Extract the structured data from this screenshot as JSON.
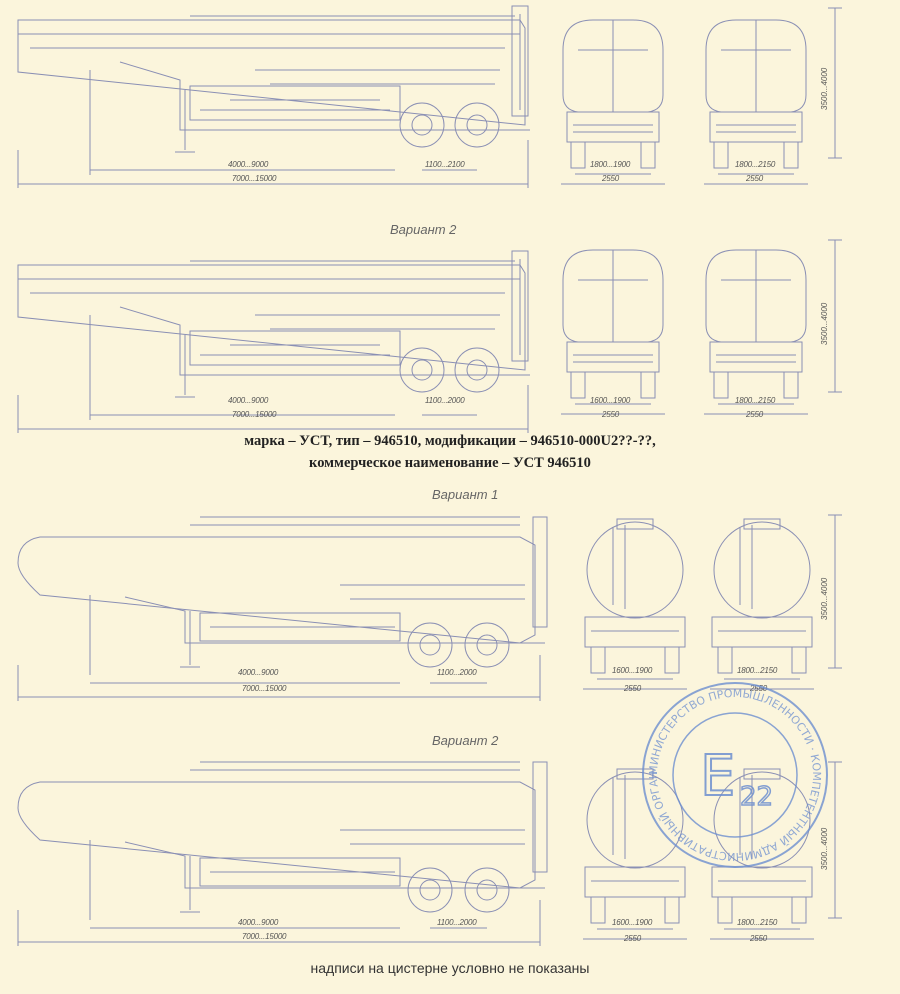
{
  "captions": {
    "line1": "марка – УСТ, тип – 946510, модификации – 946510-000U2??-??,",
    "line2": "коммерческое наименование – УСТ 946510",
    "footer": "надписи на цистерне условно не показаны"
  },
  "variants": {
    "v2_top": "Вариант 2",
    "v1_bottom": "Вариант 1",
    "v2_bottom": "Вариант 2"
  },
  "dimensions": {
    "d1": {
      "mid": "4000...9000",
      "total": "7000...15000",
      "axle": "1100...2100",
      "front_track": "1800...1900",
      "front_width": "2550",
      "rear_track": "1800...2150",
      "rear_width": "2550",
      "height": "3500...4000"
    },
    "d2": {
      "mid": "4000...9000",
      "total": "7000...15000",
      "axle": "1100...2000",
      "front_track": "1600...1900",
      "front_width": "2550",
      "rear_track": "1800...2150",
      "rear_width": "2550",
      "height": "3500...4000"
    },
    "d3": {
      "mid": "4000...9000",
      "total": "7000...15000",
      "axle": "1100...2000",
      "front_track": "1600...1900",
      "front_width": "2550",
      "rear_track": "1800...2150",
      "rear_width": "2550",
      "height": "3500...4000"
    },
    "d4": {
      "mid": "4000...9000",
      "total": "7000...15000",
      "axle": "1100...2000",
      "front_track": "1600...1900",
      "front_width": "2550",
      "rear_track": "1800...2150",
      "rear_width": "2550",
      "height": "3500...4000"
    }
  },
  "stamp": {
    "mark": "E",
    "number": "22",
    "ring_text": "МИНИСТЕРСТВО ПРОМЫШЛЕННОСТИ · КОМПЕТЕНТНЫЙ АДМИНИСТРАТИВНЫЙ ОРГАН ·"
  },
  "colors": {
    "paper": "#fbf5dc",
    "line": "#8a8fb4",
    "line_pink": "#c79aa8",
    "stamp": "#6d8fd0",
    "caption": "#222222"
  }
}
